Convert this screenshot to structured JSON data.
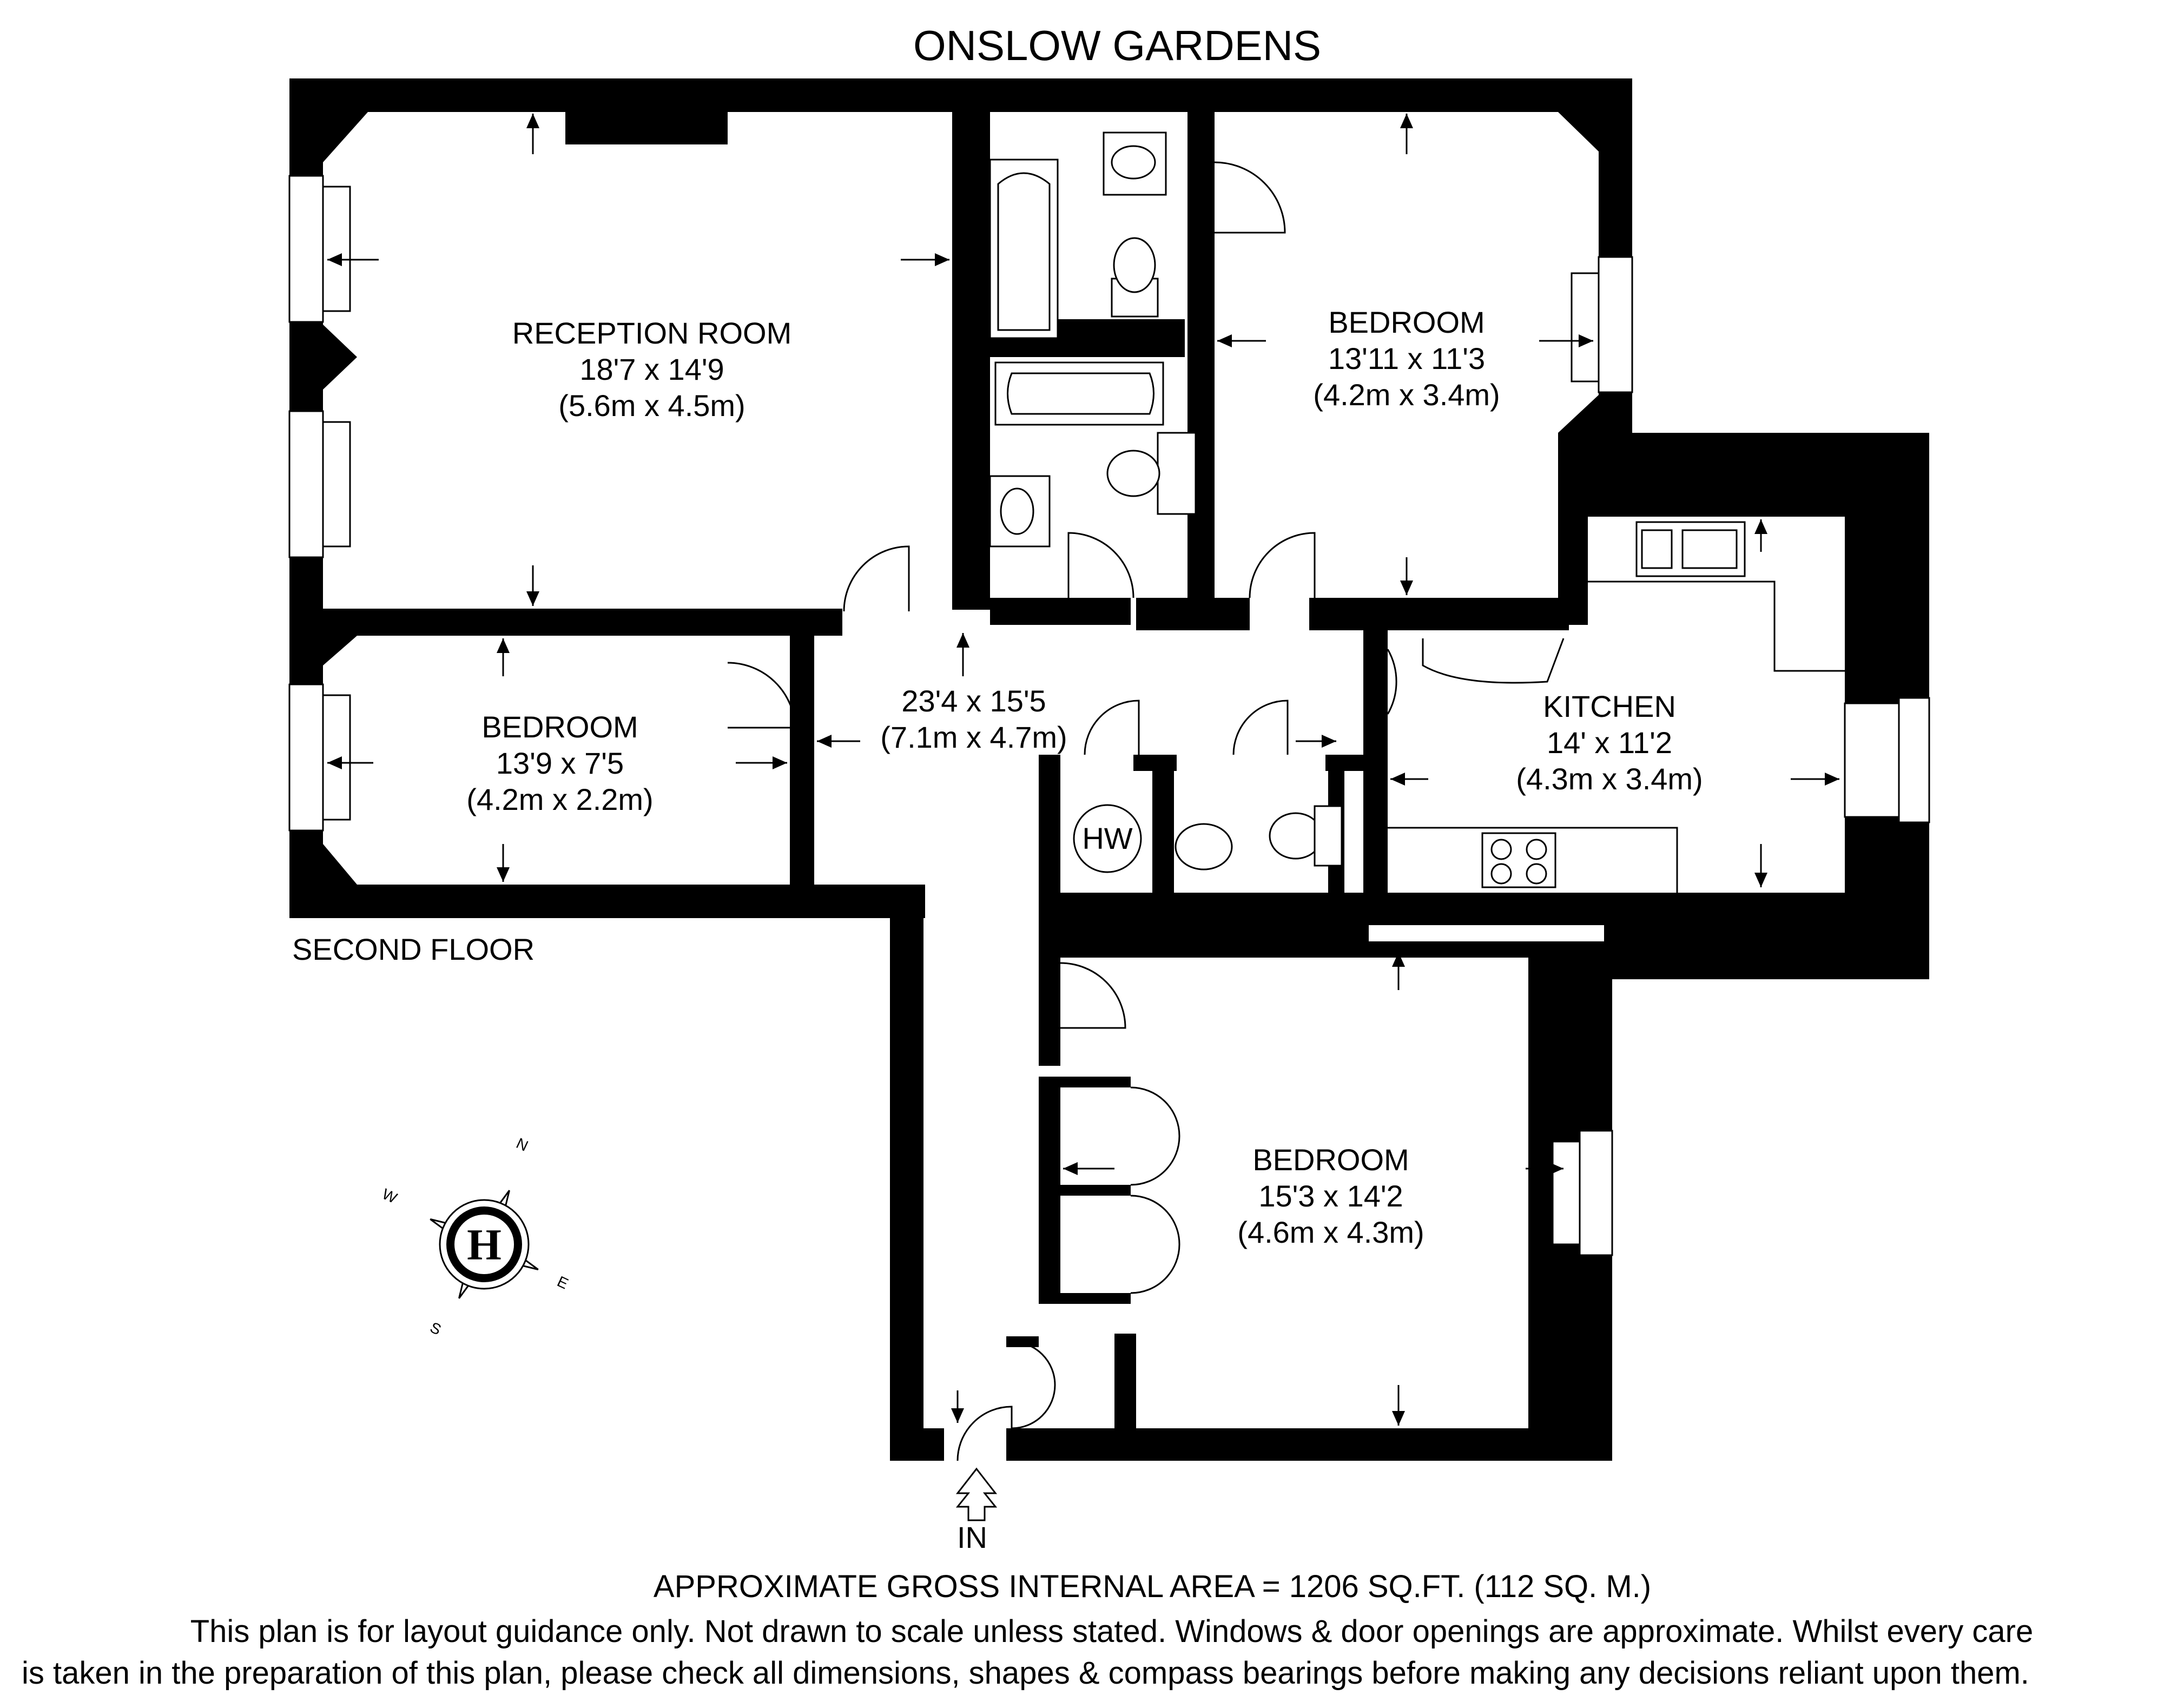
{
  "title": "ONSLOW GARDENS",
  "floor_label": "SECOND FLOOR",
  "entrance_label": "IN",
  "hw_label": "HW",
  "compass": {
    "letters": [
      "N",
      "E",
      "S",
      "W"
    ],
    "logo": "H"
  },
  "rooms": {
    "reception": {
      "name": "RECEPTION ROOM",
      "imperial": "18'7 x 14'9",
      "metric": "(5.6m x 4.5m)"
    },
    "bedroom1": {
      "name": "BEDROOM",
      "imperial": "13'11 x 11'3",
      "metric": "(4.2m x 3.4m)"
    },
    "bedroom2": {
      "name": "BEDROOM",
      "imperial": "13'9 x 7'5",
      "metric": "(4.2m x 2.2m)"
    },
    "hall": {
      "imperial": "23'4 x 15'5",
      "metric": "(7.1m x 4.7m)"
    },
    "kitchen": {
      "name": "KITCHEN",
      "imperial": "14' x 11'2",
      "metric": "(4.3m x 3.4m)"
    },
    "bedroom3": {
      "name": "BEDROOM",
      "imperial": "15'3 x 14'2",
      "metric": "(4.6m x 4.3m)"
    }
  },
  "area_text": "APPROXIMATE GROSS INTERNAL AREA = 1206 SQ.FT. (112 SQ. M.)",
  "disclaimer_line1": "This plan is for layout guidance only. Not drawn to scale unless stated. Windows & door openings are approximate. Whilst every care",
  "disclaimer_line2": "is taken in the preparation of this plan, please check all dimensions, shapes & compass bearings before making any decisions reliant upon them.",
  "colors": {
    "wall": "#000000",
    "background": "#ffffff",
    "fixture_fill": "#ffffff"
  }
}
